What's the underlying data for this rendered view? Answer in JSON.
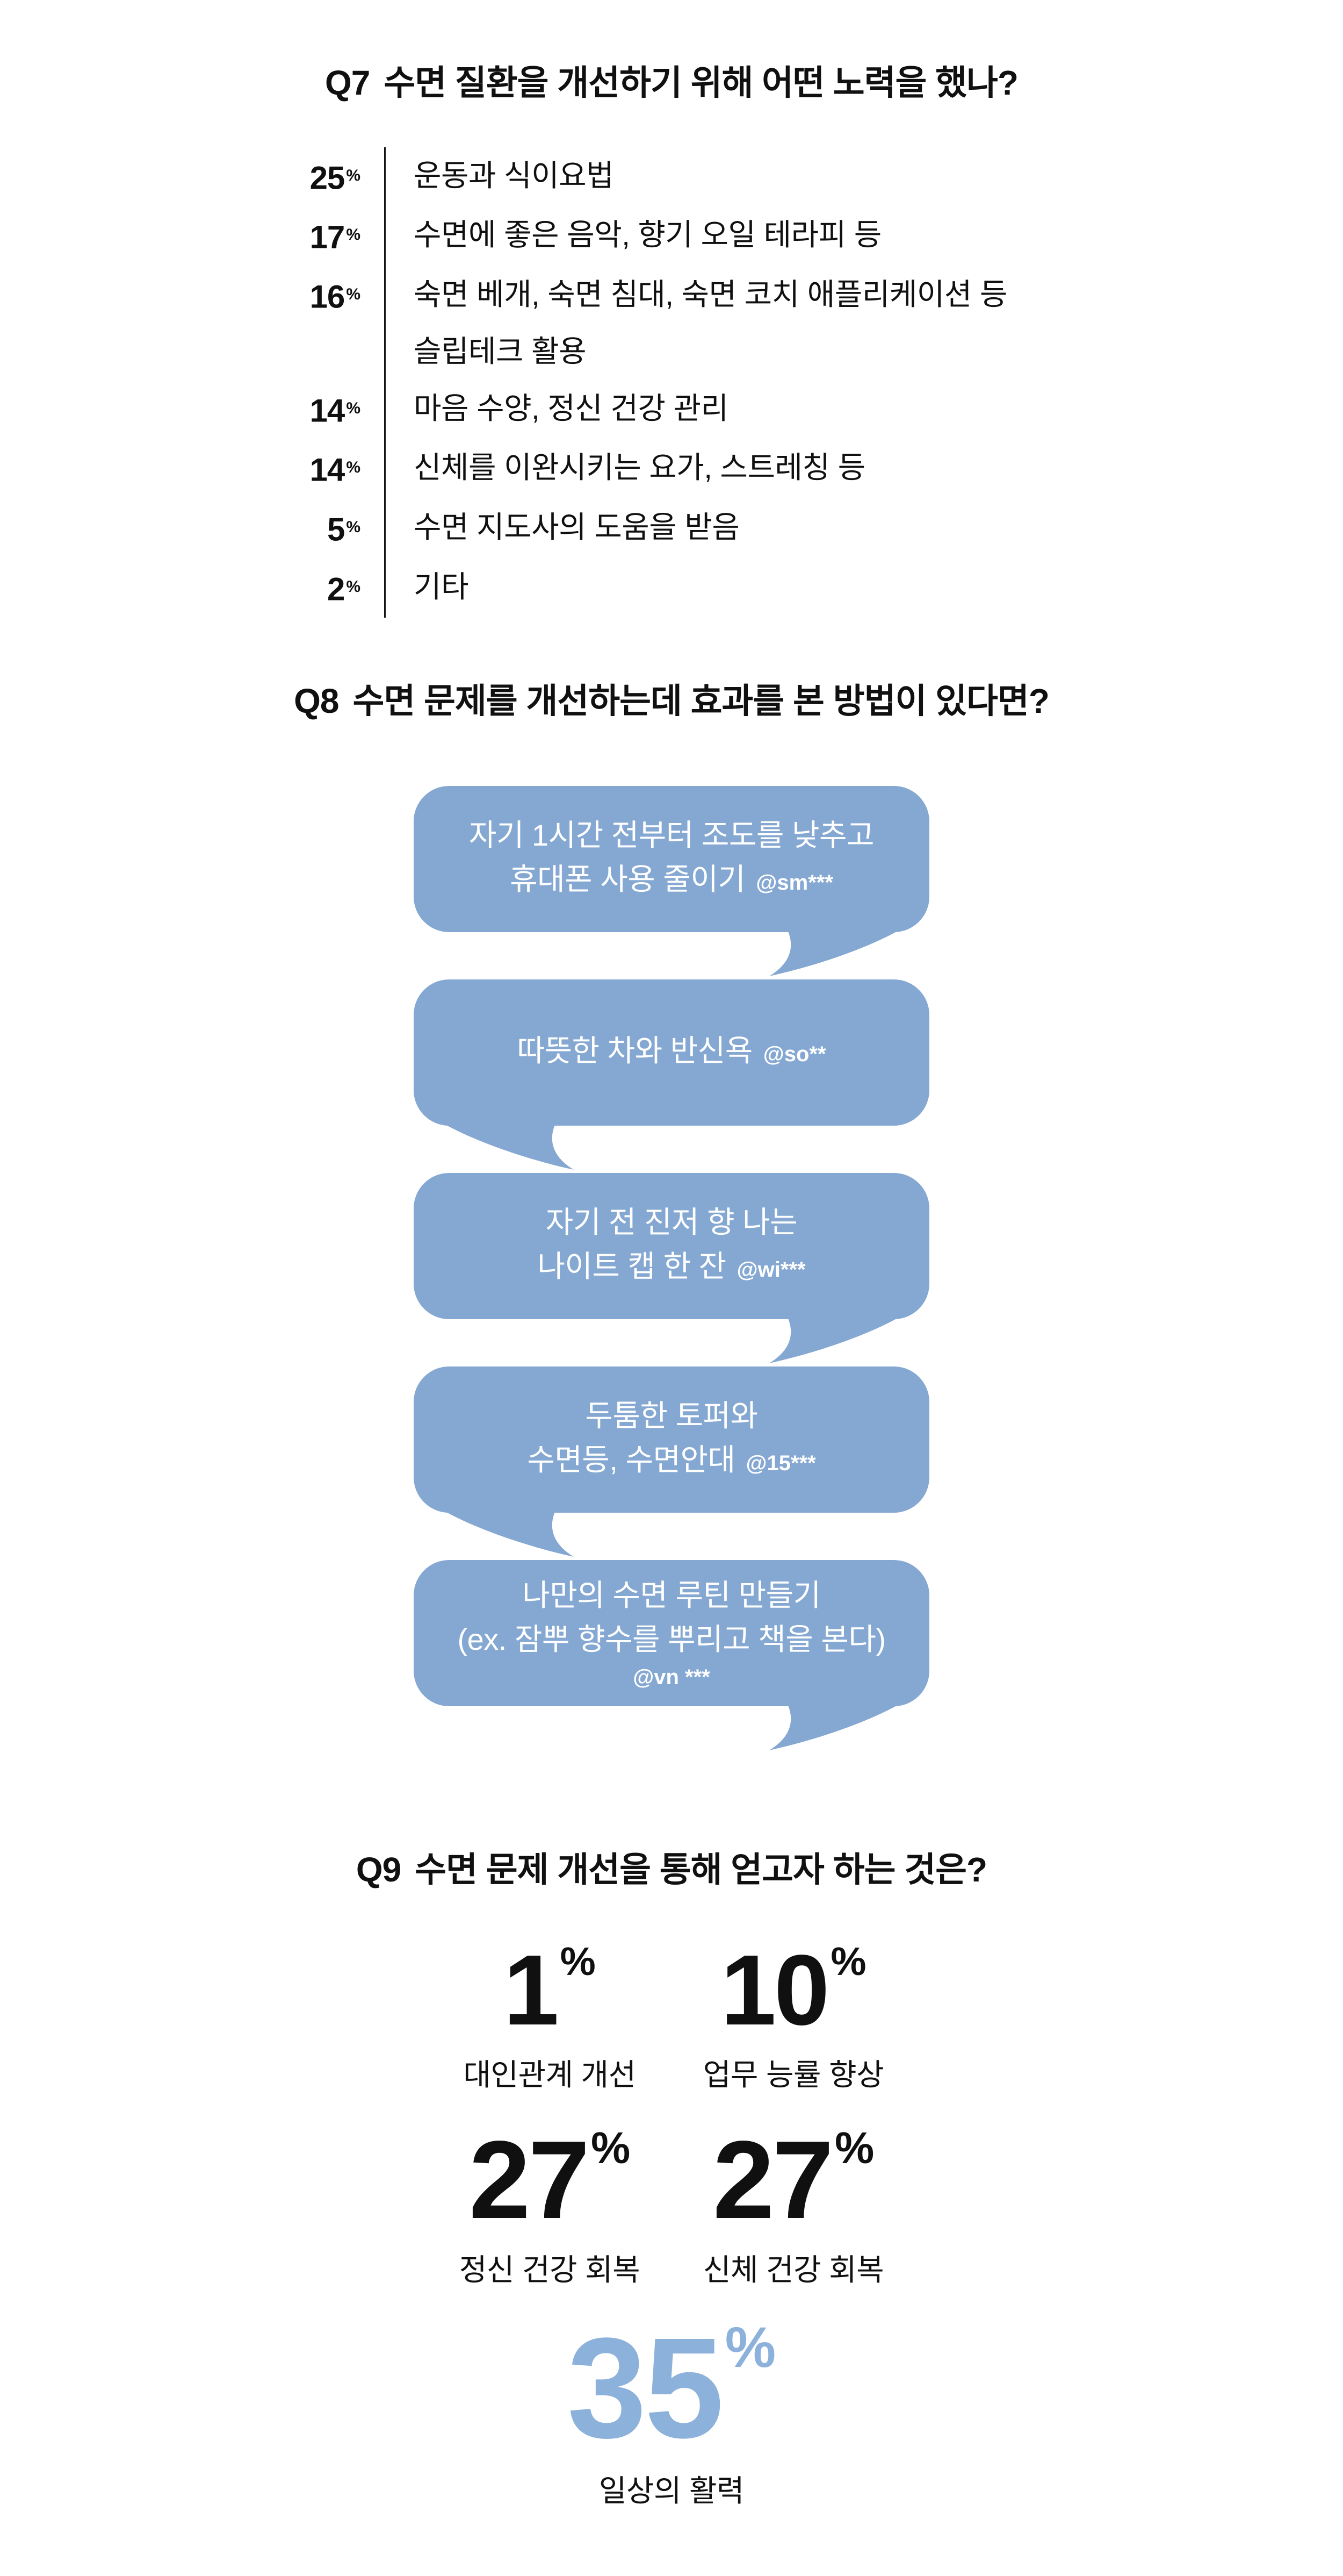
{
  "colors": {
    "background": "#FFFFFF",
    "text": "#101010",
    "bubble_blue": "#85A8D2",
    "highlight_blue": "#8CB1DB"
  },
  "q7": {
    "id": "Q7",
    "title": "수면 질환을 개선하기 위해 어떤 노력을 했나?",
    "percent_sign": "%",
    "items": [
      {
        "pct": "25",
        "label": "운동과 식이요법"
      },
      {
        "pct": "17",
        "label": "수면에 좋은 음악, 향기 오일 테라피 등"
      },
      {
        "pct": "16",
        "label": "숙면 베개, 숙면 침대, 숙면 코치 애플리케이션 등",
        "label2": "슬립테크 활용"
      },
      {
        "pct": "14",
        "label": "마음 수양, 정신 건강 관리"
      },
      {
        "pct": "14",
        "label": "신체를 이완시키는 요가, 스트레칭 등"
      },
      {
        "pct": "5",
        "label": "수면 지도사의 도움을 받음"
      },
      {
        "pct": "2",
        "label": "기타"
      }
    ]
  },
  "q8": {
    "id": "Q8",
    "title": "수면 문제를 개선하는데 효과를 본 방법이 있다면?",
    "bubbles": [
      {
        "lines": [
          "자기 1시간 전부터 조도를 낮추고",
          "휴대폰 사용 줄이기"
        ],
        "handle": "@sm***"
      },
      {
        "lines": [
          "따뜻한 차와 반신욕"
        ],
        "handle": "@so**"
      },
      {
        "lines": [
          "자기 전 진저 향 나는",
          "나이트 캡 한 잔"
        ],
        "handle": "@wi***"
      },
      {
        "lines": [
          "두툼한 토퍼와",
          "수면등, 수면안대"
        ],
        "handle": "@15***"
      },
      {
        "lines": [
          "나만의 수면 루틴 만들기",
          "(ex. 잠뿌 향수를 뿌리고 책을 본다)"
        ],
        "handle": "@vn ***"
      }
    ]
  },
  "q9": {
    "id": "Q9",
    "title": "수면 문제 개선을 통해 얻고자 하는 것은?",
    "percent_sign": "%",
    "stats": [
      {
        "value": "1",
        "label": "대인관계 개선"
      },
      {
        "value": "10",
        "label": "업무 능률 향상"
      },
      {
        "value": "27",
        "label": "정신 건강 회복"
      },
      {
        "value": "27",
        "label": "신체 건강 회복"
      },
      {
        "value": "35",
        "label": "일상의 활력"
      }
    ]
  },
  "chart_data": [
    {
      "type": "bar",
      "title": "Q7 수면 질환을 개선하기 위해 어떤 노력을 했나?",
      "categories": [
        "운동과 식이요법",
        "수면에 좋은 음악, 향기 오일 테라피 등",
        "숙면 베개, 숙면 침대, 숙면 코치 애플리케이션 등 슬립테크 활용",
        "마음 수양, 정신 건강 관리",
        "신체를 이완시키는 요가, 스트레칭 등",
        "수면 지도사의 도움을 받음",
        "기타"
      ],
      "values": [
        25,
        17,
        16,
        14,
        14,
        5,
        2
      ],
      "unit": "%",
      "orientation": "list-ranked"
    },
    {
      "type": "table",
      "title": "Q8 수면 문제를 개선하는데 효과를 본 방법이 있다면?",
      "rows": [
        [
          "자기 1시간 전부터 조도를 낮추고 휴대폰 사용 줄이기",
          "@sm***"
        ],
        [
          "따뜻한 차와 반신욕",
          "@so**"
        ],
        [
          "자기 전 진저 향 나는 나이트 캡 한 잔",
          "@wi***"
        ],
        [
          "두툼한 토퍼와 수면등, 수면안대",
          "@15***"
        ],
        [
          "나만의 수면 루틴 만들기 (ex. 잠뿌 향수를 뿌리고 책을 본다)",
          "@vn ***"
        ]
      ]
    },
    {
      "type": "bar",
      "title": "Q9 수면 문제 개선을 통해 얻고자 하는 것은?",
      "categories": [
        "대인관계 개선",
        "업무 능률 향상",
        "정신 건강 회복",
        "신체 건강 회복",
        "일상의 활력"
      ],
      "values": [
        1,
        10,
        27,
        27,
        35
      ],
      "unit": "%",
      "highlight_category": "일상의 활력"
    }
  ]
}
